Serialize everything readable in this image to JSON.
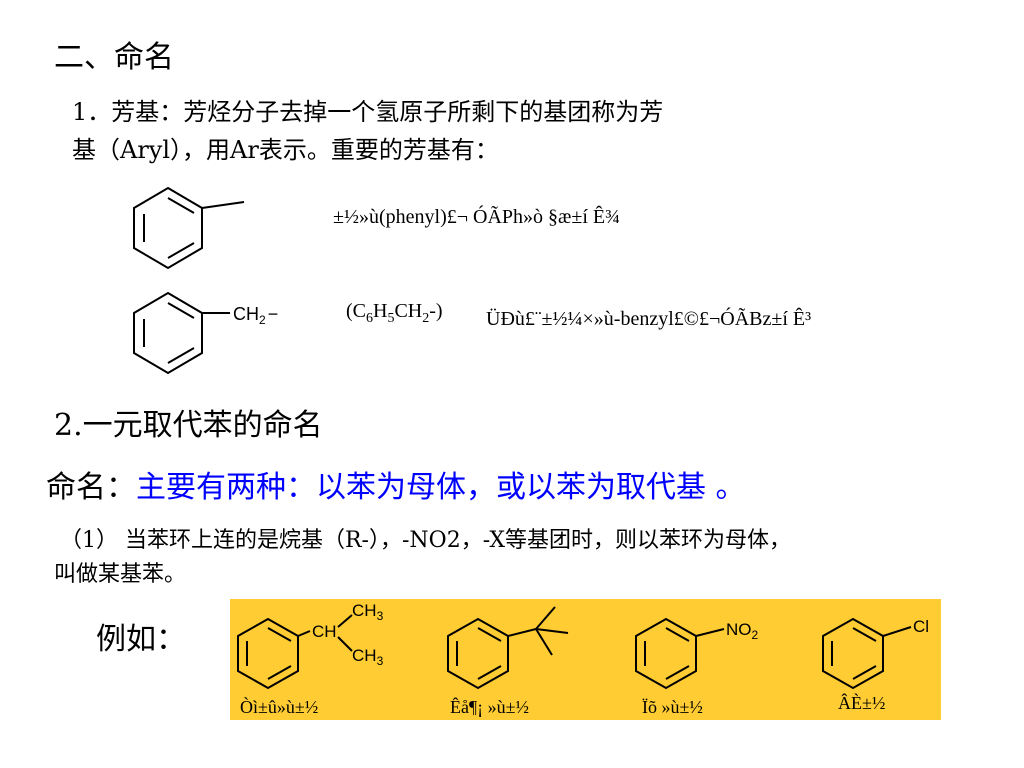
{
  "section1": {
    "title": "二、命名"
  },
  "aryl": {
    "line1": "1．芳基：芳烃分子去掉一个氢原子所剩下的基团称为芳",
    "line2": "基（Aryl），用Ar表示。重要的芳基有："
  },
  "phenyl": {
    "text": "±½»ù(phenyl)£¬ ÓÃPh»ò §æ±í Ê¾"
  },
  "benzyl": {
    "label_ch": "CH",
    "label_sub": "2",
    "label_dash": "−",
    "formula": {
      "a": "(C",
      "s1": "6",
      "b": "H",
      "s2": "5",
      "c": "CH",
      "s3": "2",
      "d": "-)"
    },
    "text": "ÜÐù£¨±½¼×»ù-benzyl£©£¬ÓÃBz±í Ê³"
  },
  "section2": {
    "title": "2.一元取代苯的命名"
  },
  "naming": {
    "label": "命名：",
    "text": "主要有两种：以苯为母体，或以苯为取代基 。"
  },
  "rule1": {
    "line1": "（1） 当苯环上连的是烷基（R-），-NO2，-X等基团时，则以苯环为母体，",
    "line2": "叫做某基苯。"
  },
  "example": {
    "label": "例如："
  },
  "examples": [
    {
      "caption": "Òì±û»ù±½",
      "sub1": "CH",
      "sub1_sub": "",
      "sub2": "CH",
      "sub2_sub": "3",
      "sub3": "CH",
      "sub3_sub": "3"
    },
    {
      "caption": "Êå¶¡ »ù±½"
    },
    {
      "caption": "Ïõ »ù±½",
      "label": "NO",
      "label_sub": "2"
    },
    {
      "caption": "ÂÈ±½",
      "label": "Cl"
    }
  ],
  "colors": {
    "panel": "#ffcc33",
    "accent": "#0000ff"
  }
}
